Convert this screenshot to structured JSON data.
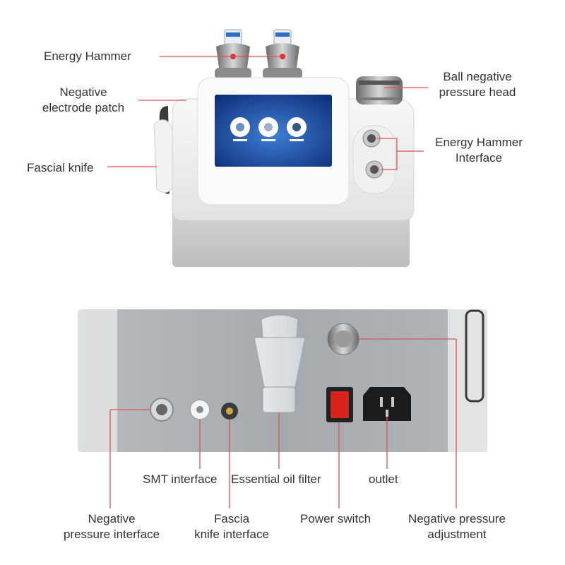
{
  "labels": {
    "energy_hammer": "Energy Hammer",
    "negative_electrode_patch": [
      "Negative",
      "electrode patch"
    ],
    "fascial_knife": "Fascial knife",
    "ball_negative_pressure_head": [
      "Ball negative",
      "pressure head"
    ],
    "energy_hammer_interface": [
      "Energy Hammer",
      "Interface"
    ],
    "smt_interface": "SMT interface",
    "essential_oil_filter": "Essential oil filter",
    "outlet": "outlet",
    "negative_pressure_interface": [
      "Negative",
      "pressure interface"
    ],
    "fascia_knife_interface": [
      "Fascia",
      "knife interface"
    ],
    "power_switch": "Power switch",
    "negative_pressure_adjustment": [
      "Negative pressure",
      "adjustment"
    ]
  },
  "colors": {
    "leader_line": "#e05050",
    "screen_blue": "#1b4fa8",
    "power_switch_red": "#d8231d"
  }
}
